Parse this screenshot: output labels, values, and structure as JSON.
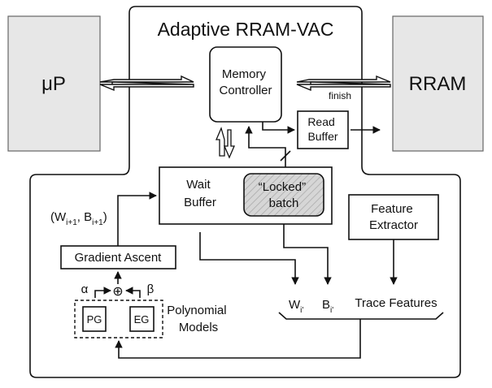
{
  "title": "Adaptive RRAM-VAC",
  "up": "μP",
  "rram": "RRAM",
  "memory_controller": [
    "Memory",
    "Controller"
  ],
  "finish": "finish",
  "read_buffer": [
    "Read",
    "Buffer"
  ],
  "wait_buffer": [
    "Wait",
    "Buffer"
  ],
  "locked_batch": [
    "“Locked”",
    "batch"
  ],
  "feature_extractor": [
    "Feature",
    "Extractor"
  ],
  "gradient_ascent": "Gradient Ascent",
  "wb_next": {
    "open": "(W",
    "w_sub": "i+1",
    "mid": ", B",
    "b_sub": "i+1",
    "close": ")"
  },
  "alpha": "α",
  "beta": "β",
  "plus": "⊕",
  "pg": "PG",
  "eg": "EG",
  "polynomial_models": [
    "Polynomial",
    "Models"
  ],
  "wi": {
    "base": "W",
    "sub": "i'"
  },
  "bi": {
    "base": "B",
    "sub": "i'"
  },
  "trace_features": "Trace Features"
}
